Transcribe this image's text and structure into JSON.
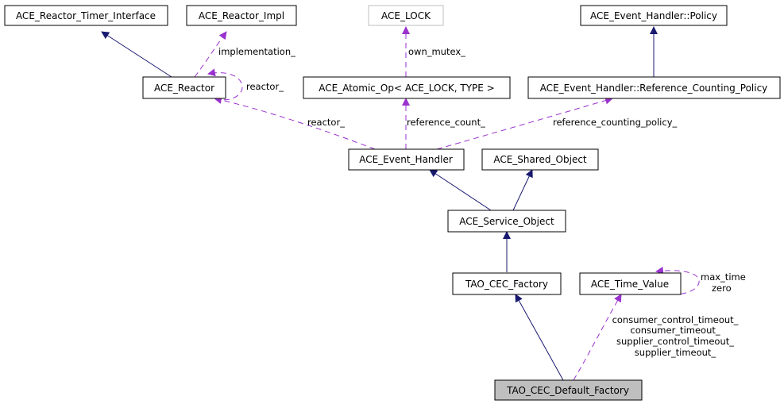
{
  "diagram": {
    "type": "collaboration-graph",
    "colors": {
      "inheritance_edge": "#191970",
      "usage_edge": "#9a32cd",
      "node_border": "#000000",
      "node_border_undocumented": "#bfbfbf",
      "focus_node_fill": "#bfbfbf",
      "node_fill": "#ffffff"
    },
    "nodes": [
      {
        "id": "reactor_timer_interface",
        "label": "ACE_Reactor_Timer_Interface"
      },
      {
        "id": "reactor_impl",
        "label": "ACE_Reactor_Impl"
      },
      {
        "id": "ace_lock",
        "label": "ACE_LOCK",
        "style": "undocumented"
      },
      {
        "id": "eh_policy",
        "label": "ACE_Event_Handler::Policy"
      },
      {
        "id": "reactor",
        "label": "ACE_Reactor"
      },
      {
        "id": "atomic_op",
        "label": "ACE_Atomic_Op< ACE_LOCK, TYPE >"
      },
      {
        "id": "ref_counting_policy",
        "label": "ACE_Event_Handler::Reference_Counting_Policy"
      },
      {
        "id": "event_handler",
        "label": "ACE_Event_Handler"
      },
      {
        "id": "shared_object",
        "label": "ACE_Shared_Object"
      },
      {
        "id": "service_object",
        "label": "ACE_Service_Object"
      },
      {
        "id": "cec_factory",
        "label": "TAO_CEC_Factory"
      },
      {
        "id": "time_value",
        "label": "ACE_Time_Value"
      },
      {
        "id": "cec_default_factory",
        "label": "TAO_CEC_Default_Factory",
        "style": "focus"
      }
    ],
    "edges": [
      {
        "from": "reactor",
        "to": "reactor_timer_interface",
        "kind": "inheritance"
      },
      {
        "from": "reactor",
        "to": "reactor_impl",
        "kind": "usage",
        "labels": [
          "implementation_"
        ]
      },
      {
        "from": "reactor",
        "to": "reactor",
        "kind": "usage",
        "labels": [
          "reactor_"
        ]
      },
      {
        "from": "atomic_op",
        "to": "ace_lock",
        "kind": "usage",
        "labels": [
          "own_mutex_"
        ]
      },
      {
        "from": "ref_counting_policy",
        "to": "eh_policy",
        "kind": "inheritance"
      },
      {
        "from": "event_handler",
        "to": "reactor",
        "kind": "usage",
        "labels": [
          "reactor_"
        ]
      },
      {
        "from": "event_handler",
        "to": "atomic_op",
        "kind": "usage",
        "labels": [
          "reference_count_"
        ]
      },
      {
        "from": "event_handler",
        "to": "ref_counting_policy",
        "kind": "usage",
        "labels": [
          "reference_counting_policy_"
        ]
      },
      {
        "from": "service_object",
        "to": "event_handler",
        "kind": "inheritance"
      },
      {
        "from": "service_object",
        "to": "shared_object",
        "kind": "inheritance"
      },
      {
        "from": "cec_factory",
        "to": "service_object",
        "kind": "inheritance"
      },
      {
        "from": "time_value",
        "to": "time_value",
        "kind": "usage",
        "labels": [
          "max_time",
          "zero"
        ]
      },
      {
        "from": "cec_default_factory",
        "to": "cec_factory",
        "kind": "inheritance"
      },
      {
        "from": "cec_default_factory",
        "to": "time_value",
        "kind": "usage",
        "labels": [
          "consumer_control_timeout_",
          "consumer_timeout_",
          "supplier_control_timeout_",
          "supplier_timeout_"
        ]
      }
    ]
  }
}
